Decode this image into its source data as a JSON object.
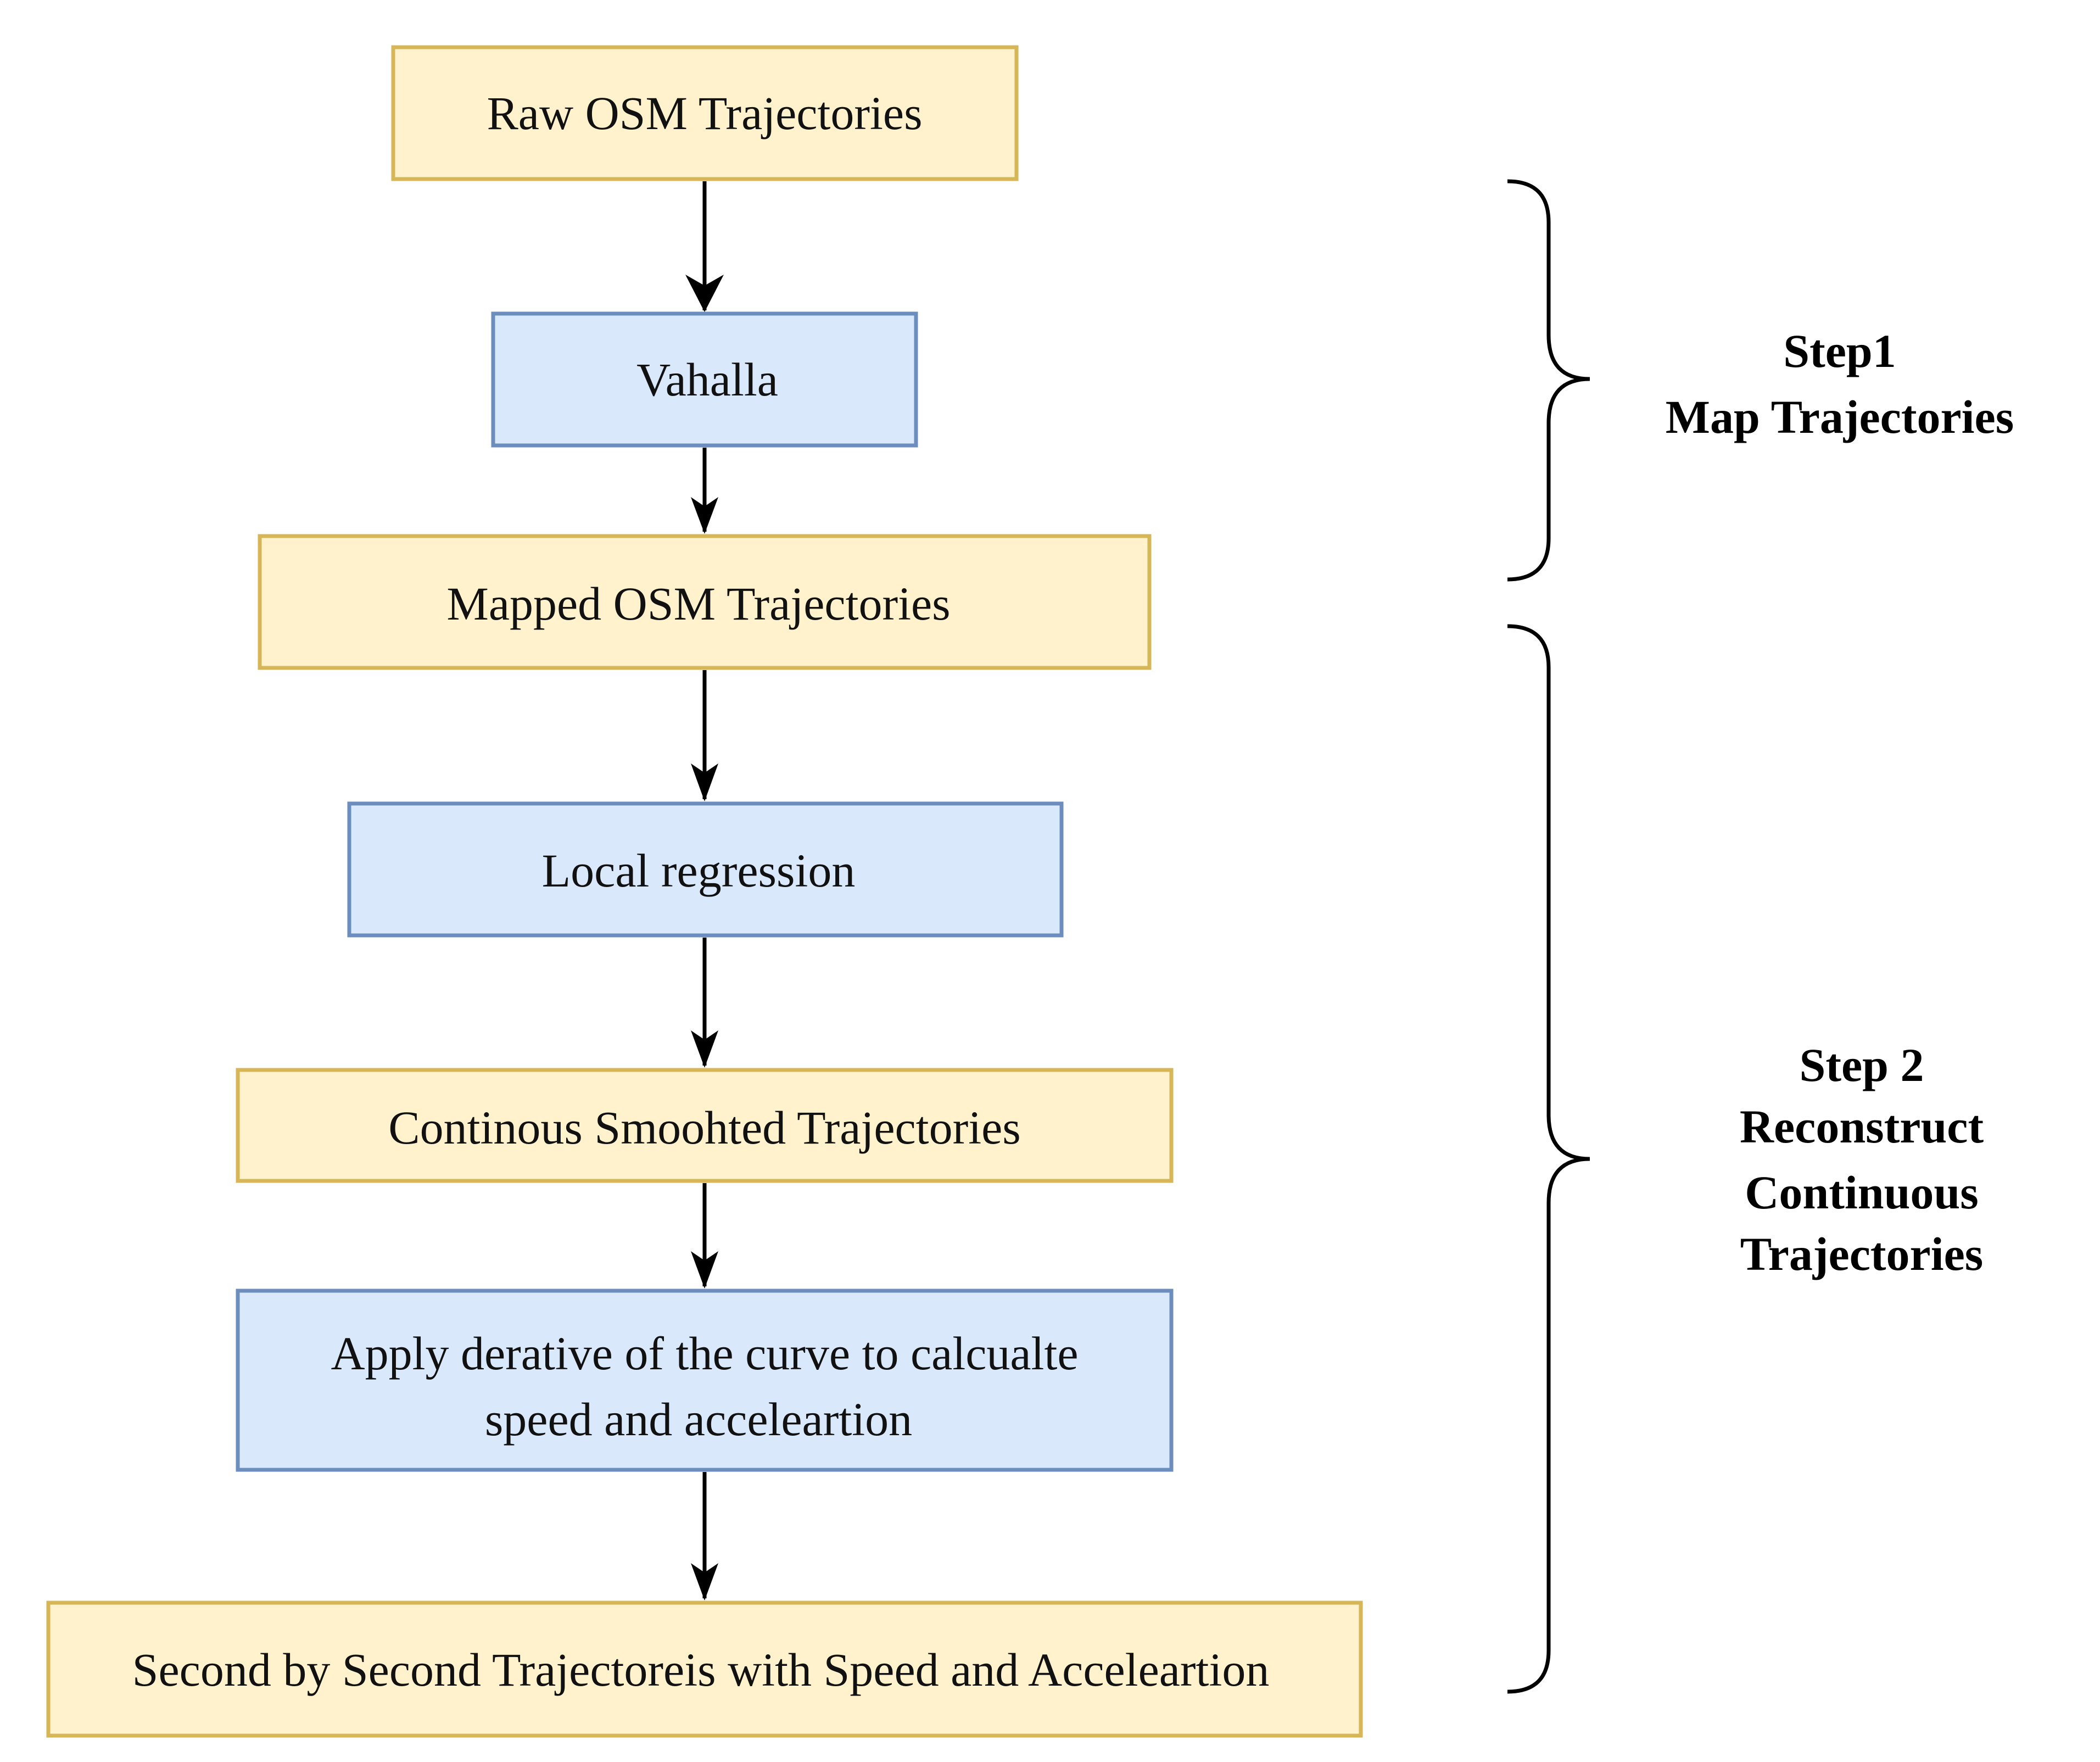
{
  "colors": {
    "data_fill": "#fff2cc",
    "data_stroke": "#d6b656",
    "process_fill": "#dae8fc",
    "process_stroke": "#6c8ebf",
    "arrow": "#000000"
  },
  "nodes": {
    "raw_osm": {
      "label": "Raw OSM Trajectories"
    },
    "vahalla": {
      "label": "Vahalla"
    },
    "mapped_osm": {
      "label": "Mapped OSM Trajectories"
    },
    "local_regression": {
      "label": "Local regression"
    },
    "smoothed": {
      "label": "Continous Smoohted Trajectories"
    },
    "derivative": {
      "line1": "Apply derative of the curve to calcualte",
      "line2": "speed and acceleartion"
    },
    "second_by_second": {
      "label": "Second by Second Trajectoreis with Speed and Acceleartion"
    }
  },
  "steps": {
    "step1": {
      "line1": "Step1",
      "line2": "Map Trajectories"
    },
    "step2": {
      "line1": "Step 2",
      "line2": "Reconstruct",
      "line3": "Continuous",
      "line4": "Trajectories"
    }
  }
}
